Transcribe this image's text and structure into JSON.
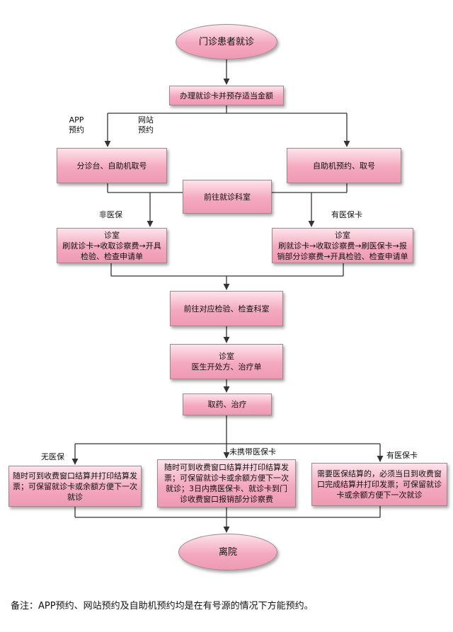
{
  "start": "门诊患者就诊",
  "step_card": "办理就诊卡并预存适当金额",
  "label_app": [
    "APP",
    "预约"
  ],
  "label_web": [
    "网站",
    "预约"
  ],
  "left_register": "分诊台、自助机取号",
  "right_register": "自助机预约、取号",
  "go_department": "前往就诊科室",
  "label_no_insurance_1": "非医保",
  "label_insurance_1": "有医保卡",
  "clinic_left": [
    "诊室",
    "刷就诊卡→收取诊察费→开具",
    "检验、检查申请单"
  ],
  "clinic_right": [
    "诊室",
    "刷就诊卡→收取诊察费→刷医保卡→报",
    "销部分诊察费→开具检验、检查申请单"
  ],
  "go_exam": "前往对应检验、检查科室",
  "clinic_prescribe": [
    "诊室",
    "医生开处方、治疗单"
  ],
  "medicine": "取药、治疗",
  "label_no_insurance_2": "无医保",
  "label_forgot_card": "未携带医保卡",
  "label_insurance_2": "有医保卡",
  "settle_left": [
    "随时可到收费窗口结算并打印结算发",
    "票；可保留就诊卡或余额方便下一次",
    "就诊"
  ],
  "settle_mid": [
    "随时可到收费窗口结算并打印结算发",
    "票；可保留就诊卡或余额方便下一次",
    "就诊；3日内携医保卡、就诊卡到门",
    "诊收费窗口报销部分诊察费"
  ],
  "settle_right": [
    "需要医保结算的，必须当日到收费窗",
    "口完成结算并打印发票；可保留就诊",
    "卡或余额方便下一次就诊"
  ],
  "end": "离院",
  "footnote": "备注：APP预约、网站预约及自助机预约均是在有号源的情况下方能预约。",
  "colors": {
    "box_light": "#fde3ec",
    "box_dark": "#ee9ab3",
    "line": "#333333"
  }
}
